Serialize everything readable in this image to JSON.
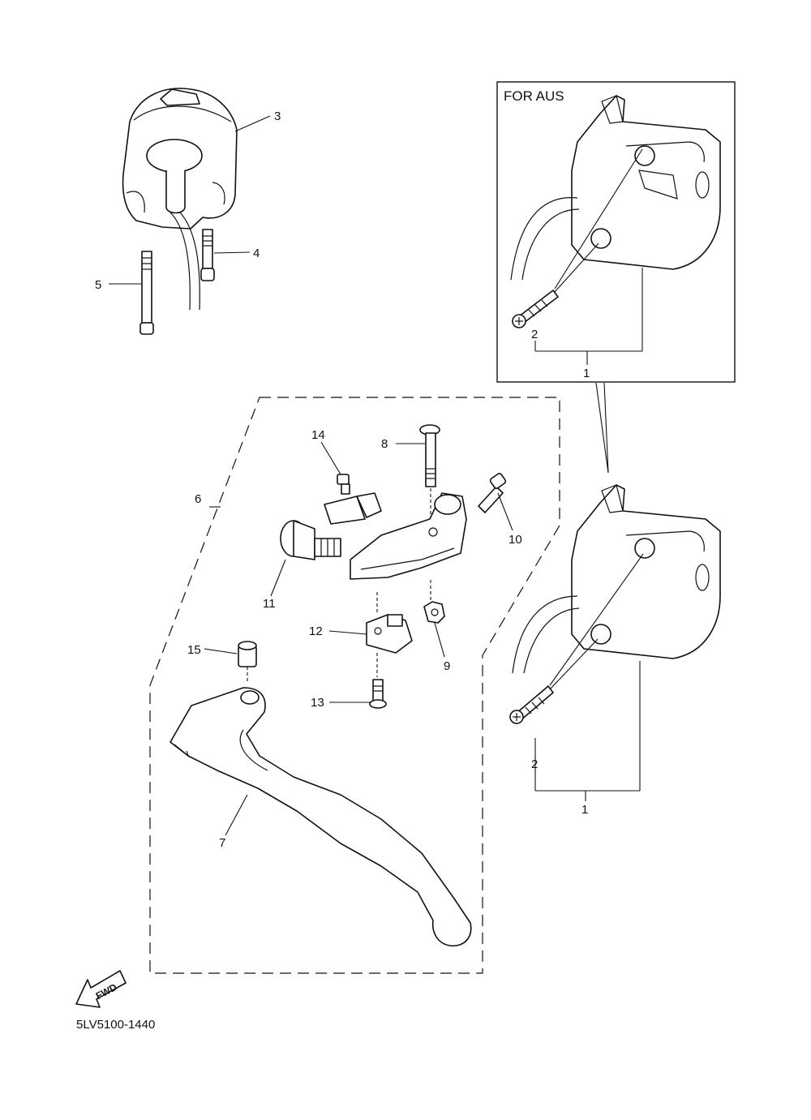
{
  "diagram": {
    "inset_label": "FOR AUS",
    "drawing_code": "5LV5100-1440",
    "direction_label": "FWD",
    "callouts": {
      "c1_inset": "1",
      "c2_inset": "2",
      "c1": "1",
      "c2": "2",
      "c3": "3",
      "c4": "4",
      "c5": "5",
      "c6": "6",
      "c7": "7",
      "c8": "8",
      "c9": "9",
      "c10": "10",
      "c11": "11",
      "c12": "12",
      "c13": "13",
      "c14": "14",
      "c15": "15"
    }
  }
}
